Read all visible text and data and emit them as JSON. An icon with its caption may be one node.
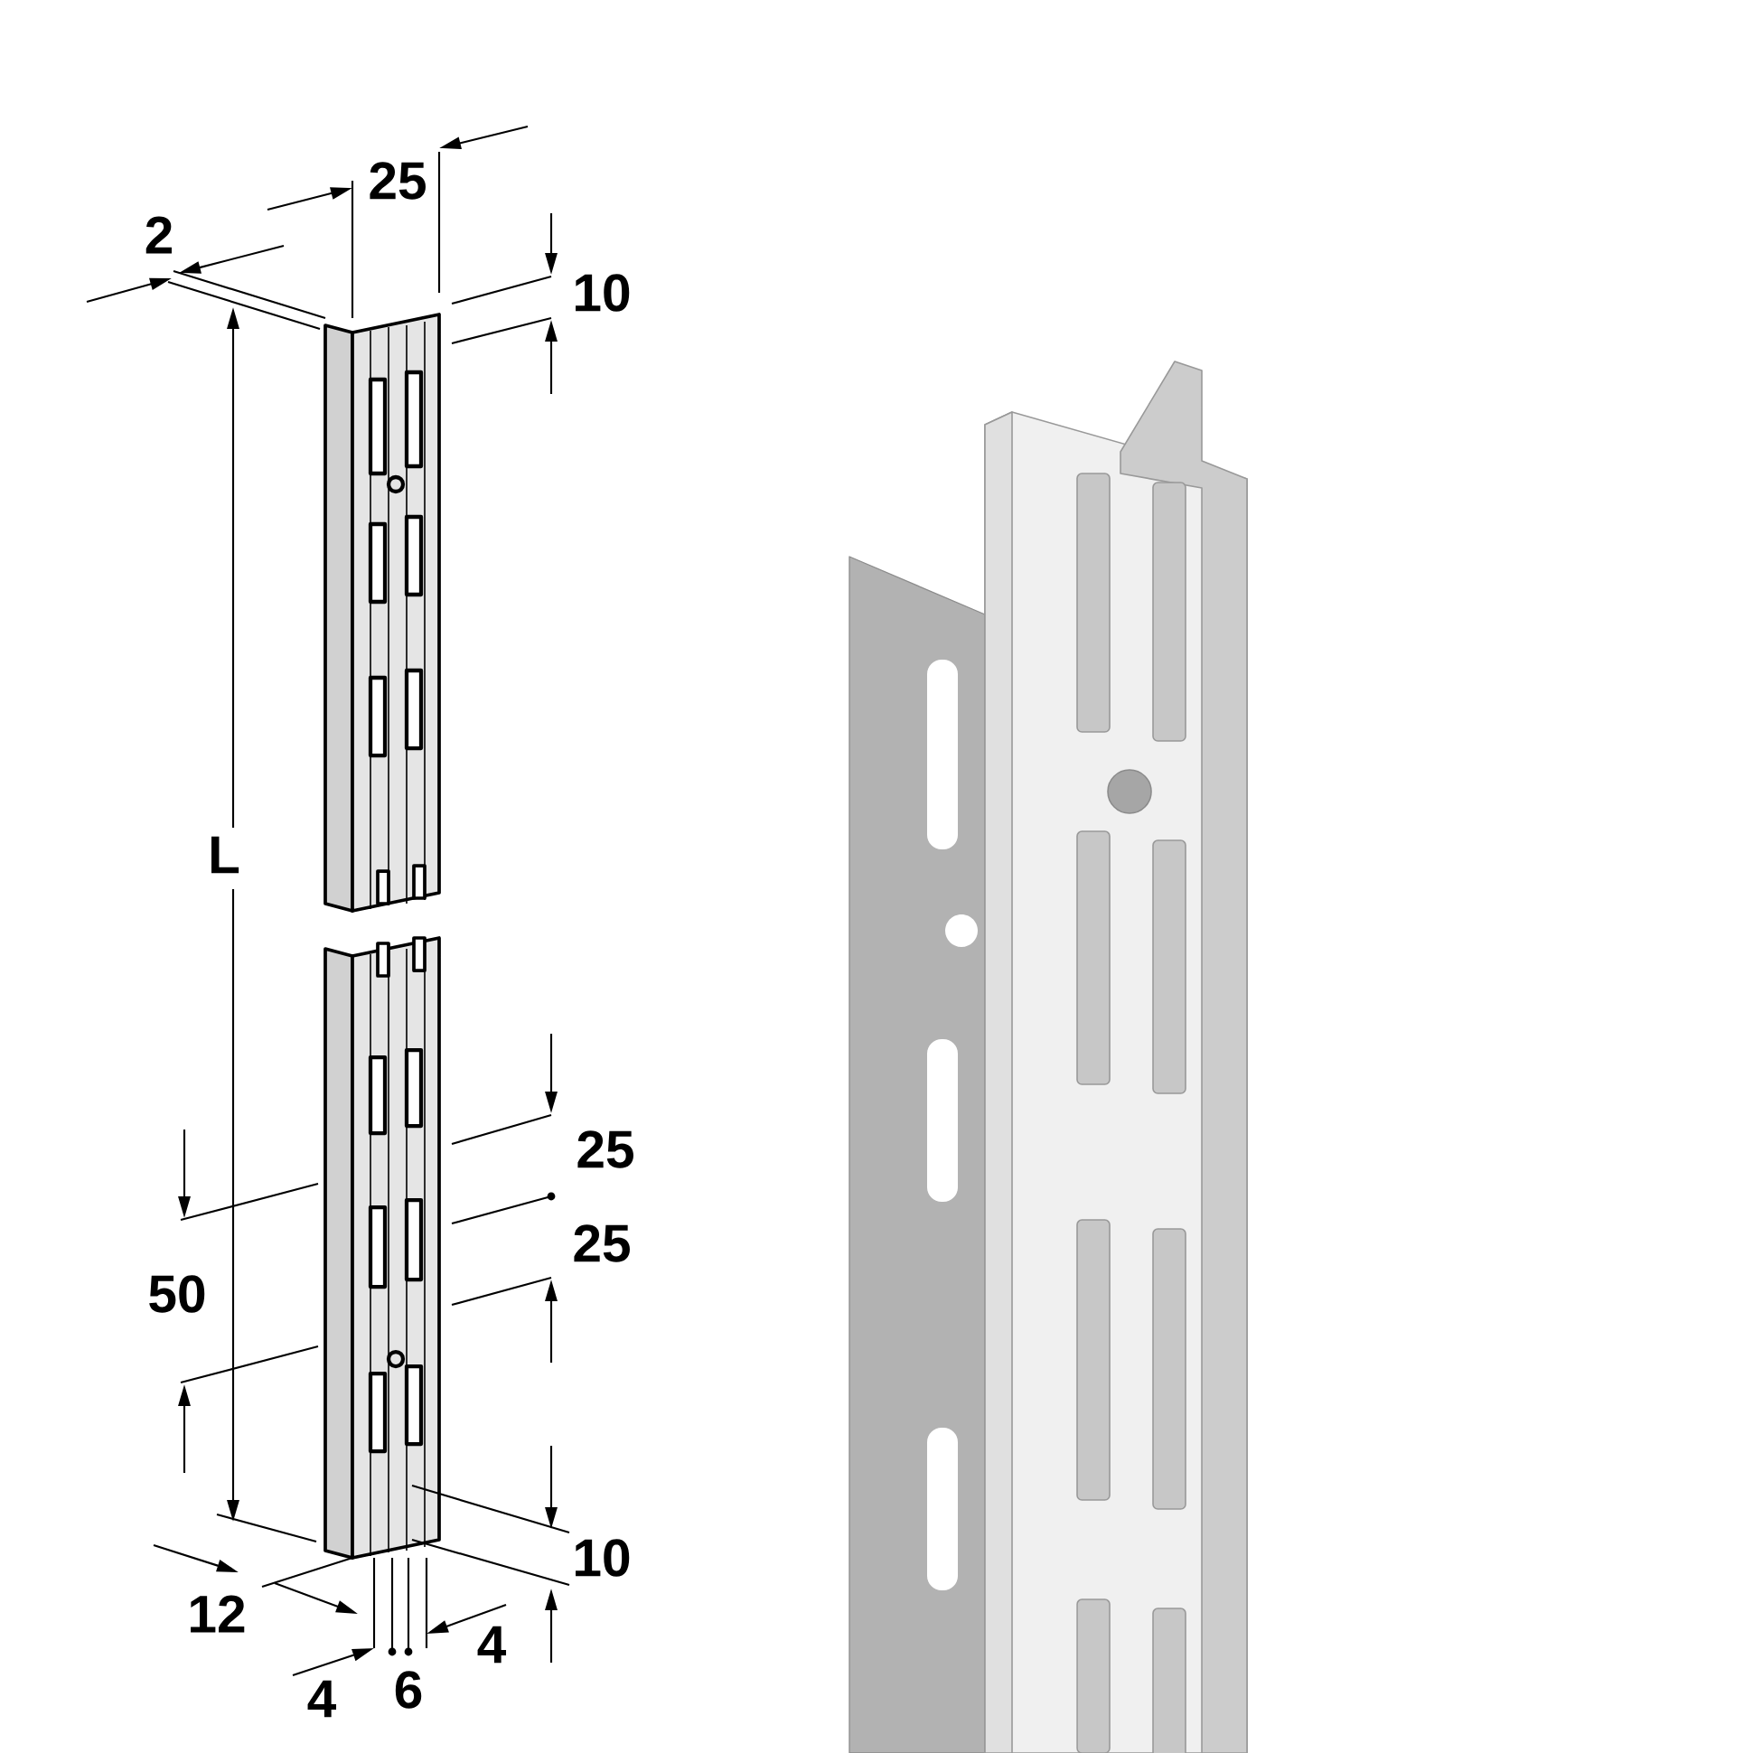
{
  "diagram": {
    "labels": [
      "25",
      "2",
      "10",
      "L",
      "25",
      "25",
      "50",
      "10",
      "12",
      "4",
      "6",
      "4"
    ]
  }
}
